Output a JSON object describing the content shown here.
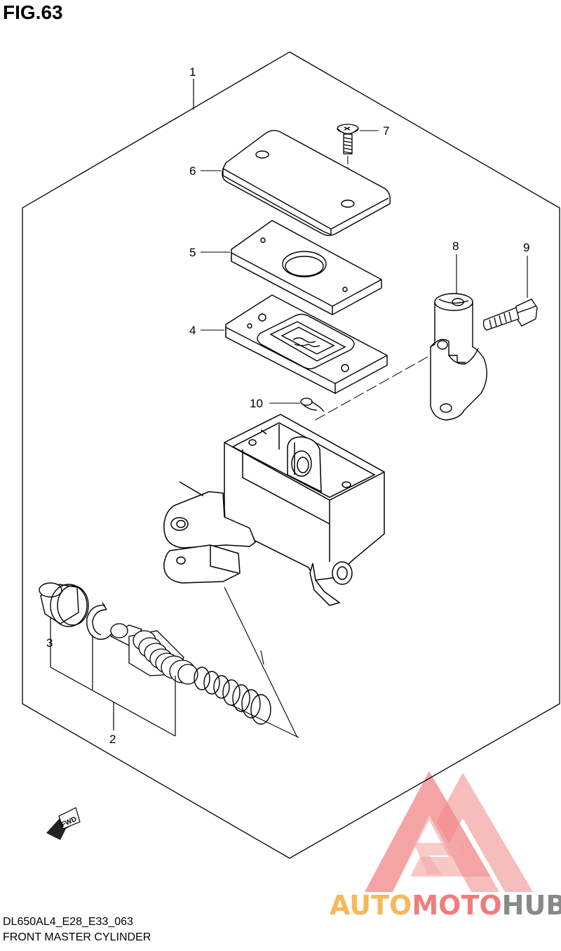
{
  "figure": {
    "title": "FIG.63"
  },
  "callouts": [
    {
      "id": "1",
      "label": "1"
    },
    {
      "id": "2",
      "label": "2"
    },
    {
      "id": "3",
      "label": "3"
    },
    {
      "id": "4",
      "label": "4"
    },
    {
      "id": "5",
      "label": "5"
    },
    {
      "id": "6",
      "label": "6"
    },
    {
      "id": "7",
      "label": "7"
    },
    {
      "id": "8",
      "label": "8"
    },
    {
      "id": "9",
      "label": "9"
    },
    {
      "id": "10",
      "label": "10"
    }
  ],
  "direction_badge": {
    "label": "FWD"
  },
  "footer": {
    "model_code": "DL650AL4_E28_E33_063",
    "caption": "FRONT MASTER CYLINDER"
  },
  "watermark": {
    "part1": "AUTO",
    "part2": "MOTO",
    "part3": "HUB",
    "colors": {
      "orange": "#f4b14a",
      "red": "#ef6f6f",
      "gray": "#7d7d7d"
    }
  }
}
